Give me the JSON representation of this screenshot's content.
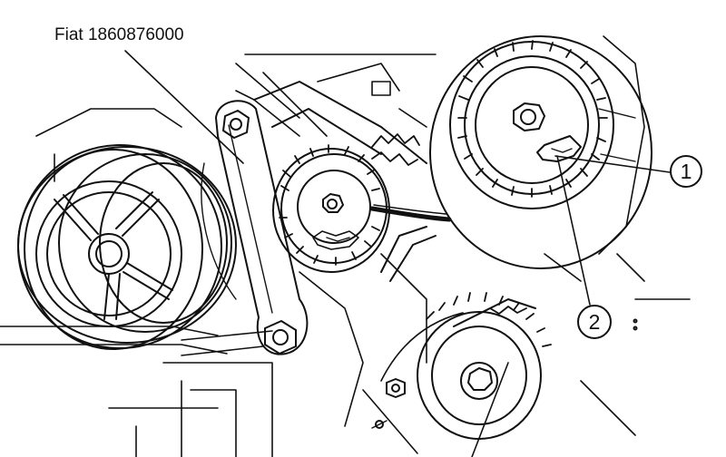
{
  "diagram": {
    "tool_label": "Fiat 1860876000",
    "callouts": [
      "1",
      "2"
    ]
  },
  "colors": {
    "ink": "#111111",
    "paper": "#ffffff"
  }
}
